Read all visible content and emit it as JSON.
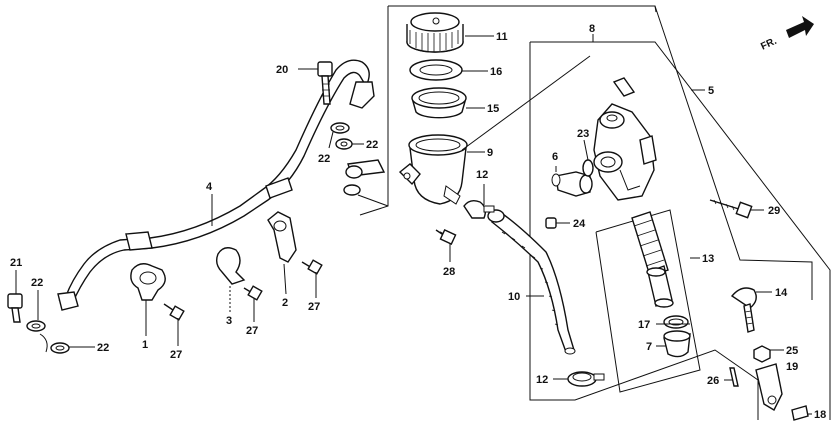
{
  "direction_marker": {
    "label": "FR."
  },
  "callouts": [
    {
      "id": "c1",
      "label": "1"
    },
    {
      "id": "c2",
      "label": "2"
    },
    {
      "id": "c3",
      "label": "3"
    },
    {
      "id": "c4",
      "label": "4"
    },
    {
      "id": "c5",
      "label": "5"
    },
    {
      "id": "c6",
      "label": "6"
    },
    {
      "id": "c7",
      "label": "7"
    },
    {
      "id": "c8",
      "label": "8"
    },
    {
      "id": "c9",
      "label": "9"
    },
    {
      "id": "c10",
      "label": "10"
    },
    {
      "id": "c11",
      "label": "11"
    },
    {
      "id": "c12a",
      "label": "12"
    },
    {
      "id": "c12b",
      "label": "12"
    },
    {
      "id": "c13",
      "label": "13"
    },
    {
      "id": "c14",
      "label": "14"
    },
    {
      "id": "c15",
      "label": "15"
    },
    {
      "id": "c16",
      "label": "16"
    },
    {
      "id": "c17",
      "label": "17"
    },
    {
      "id": "c18",
      "label": "18"
    },
    {
      "id": "c19",
      "label": "19"
    },
    {
      "id": "c20",
      "label": "20"
    },
    {
      "id": "c21",
      "label": "21"
    },
    {
      "id": "c22a",
      "label": "22"
    },
    {
      "id": "c22b",
      "label": "22"
    },
    {
      "id": "c22c",
      "label": "22"
    },
    {
      "id": "c22d",
      "label": "22"
    },
    {
      "id": "c23",
      "label": "23"
    },
    {
      "id": "c24",
      "label": "24"
    },
    {
      "id": "c25",
      "label": "25"
    },
    {
      "id": "c26",
      "label": "26"
    },
    {
      "id": "c27a",
      "label": "27"
    },
    {
      "id": "c27b",
      "label": "27"
    },
    {
      "id": "c27c",
      "label": "27"
    },
    {
      "id": "c28",
      "label": "28"
    },
    {
      "id": "c29",
      "label": "29"
    }
  ]
}
